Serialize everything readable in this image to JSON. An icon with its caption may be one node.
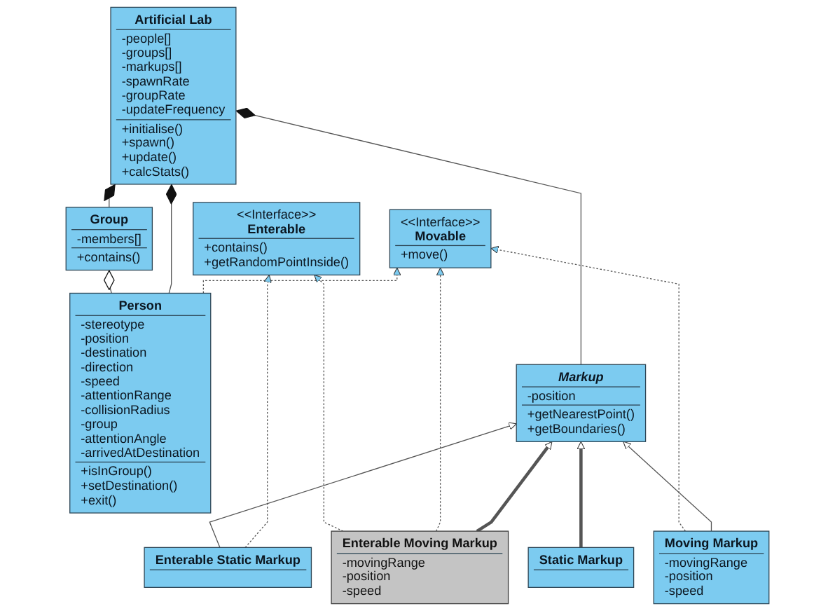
{
  "diagram": {
    "nodes": [
      {
        "text": [
          "Artificial Lab",
          "-people[]",
          "-groups[]",
          "-markups[]",
          "-spawnRate",
          "-groupRate",
          "-updateFrequency",
          "+initialise()",
          "+spawn()",
          "+update()",
          "+calcStats()"
        ]
      },
      {
        "text": [
          "Group",
          "-members[]",
          "+contains()"
        ]
      },
      {
        "text": [
          "Person",
          "-stereotype",
          "-position",
          "-destination",
          "-direction",
          "-speed",
          "-attentionRange",
          "-collisionRadius",
          "-group",
          "-attentionAngle",
          "-arrivedAtDestination",
          "+isInGroup()",
          "+setDestination()",
          "+exit()"
        ]
      },
      {
        "text": [
          "Markup",
          "-position",
          "+getNearestPoint()",
          "+getBoundaries()"
        ]
      },
      {
        "text": [
          "<<Interface>>",
          "Enterable",
          "+contains()",
          "+getRandomPointInside()"
        ]
      },
      {
        "text": [
          "<<Interface>>",
          "Movable",
          "+move()"
        ]
      },
      {
        "text": [
          "Static Markup"
        ]
      },
      {
        "text": [
          "Enterable Static Markup"
        ]
      },
      {
        "text": [
          "Enterable Moving Markup",
          "-movingRange",
          "-position",
          "-speed"
        ]
      },
      {
        "text": [
          "Moving Markup",
          "-movingRange",
          "-position",
          "-speed"
        ]
      }
    ],
    "edges": [
      {
        "from": 1,
        "to": 0,
        "arrow": "other"
      },
      {
        "from": 2,
        "to": 1,
        "arrow": "other"
      },
      {
        "from": 2,
        "to": 0,
        "arrow": "other"
      },
      {
        "from": 3,
        "to": 0,
        "arrow": "other"
      },
      {
        "from": 2,
        "to": 5,
        "arrow": "to",
        "style": "dashed"
      },
      {
        "from": 6,
        "to": 3,
        "arrow": "to",
        "style": "thick"
      },
      {
        "from": 7,
        "to": 3,
        "arrow": "to"
      },
      {
        "from": 7,
        "to": 4,
        "arrow": "to",
        "style": "dashed"
      },
      {
        "from": 8,
        "to": 4,
        "arrow": "to",
        "style": "dashed"
      },
      {
        "from": 8,
        "to": 5,
        "arrow": "to",
        "style": "dashed"
      },
      {
        "from": 9,
        "to": 5,
        "arrow": "to",
        "style": "dashed"
      },
      {
        "from": 8,
        "to": 3,
        "arrow": "to",
        "style": "thick"
      },
      {
        "from": 9,
        "to": 3,
        "arrow": "to"
      }
    ]
  }
}
